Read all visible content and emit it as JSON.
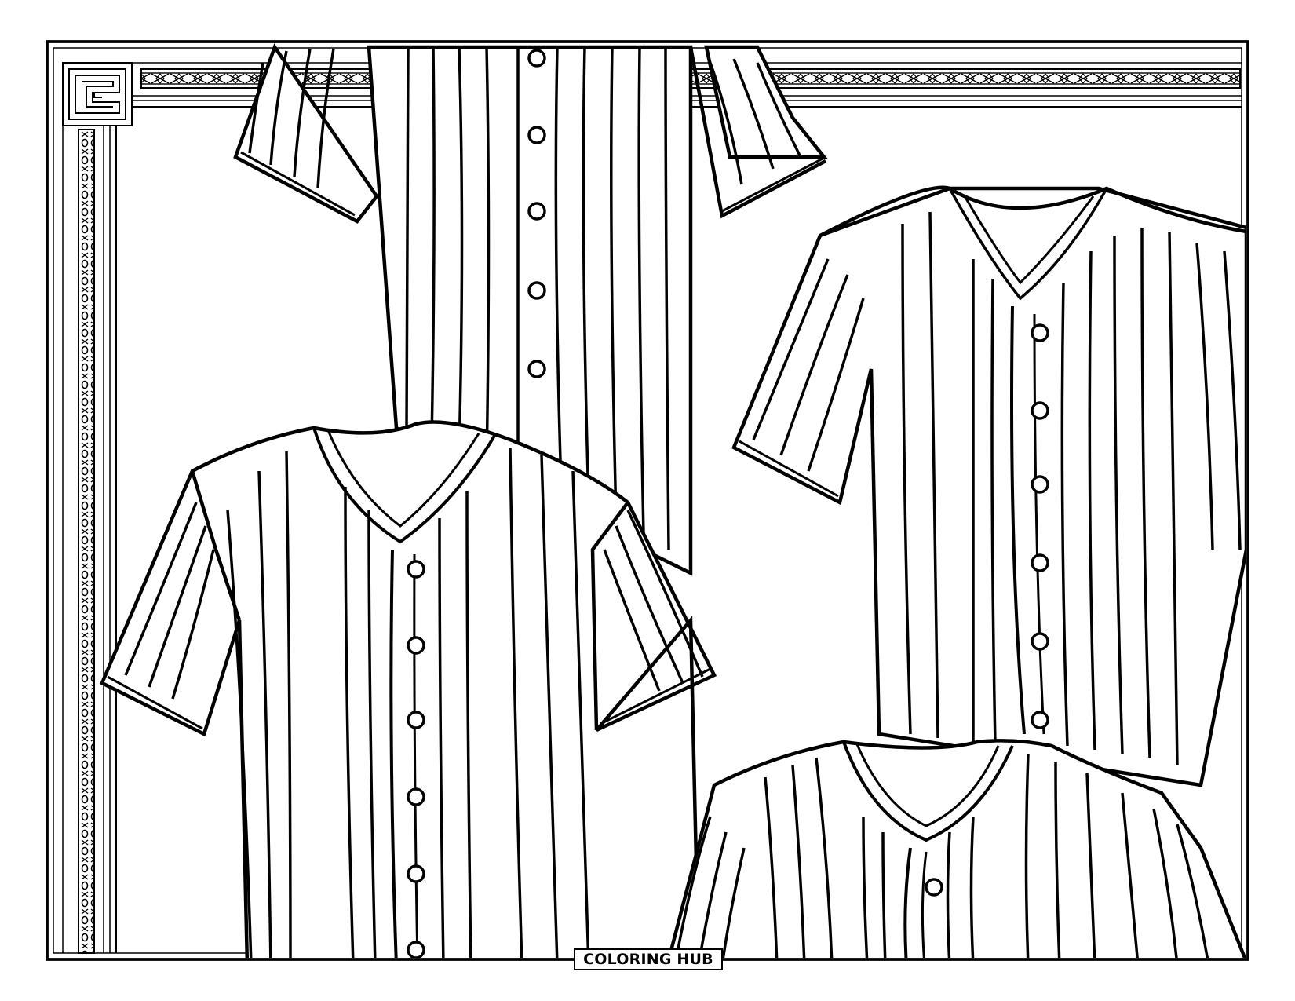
{
  "brand": {
    "label": "COLORING HUB"
  },
  "colors": {
    "ink": "#000000",
    "paper": "#ffffff"
  },
  "artwork": {
    "subject": "baseball-jersey",
    "jersey_count": 4,
    "border_style": "greek-key-corner-with-chain-band"
  }
}
